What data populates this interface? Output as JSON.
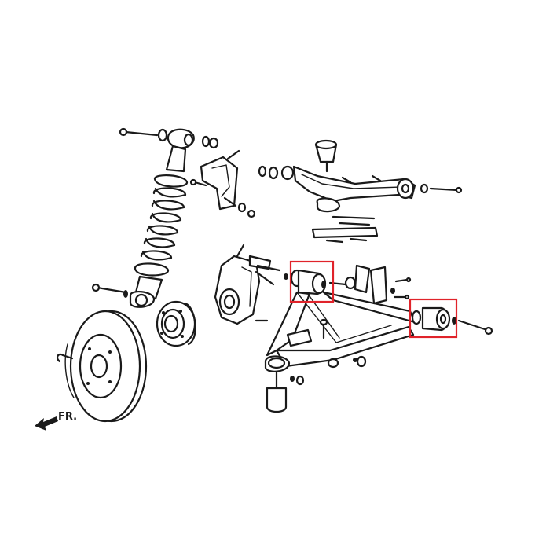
{
  "diagram": {
    "front_label": "FR.",
    "highlight_color": "#e0232a",
    "line_color": "#1a1a1a",
    "parts": [
      "shock-absorber",
      "coil-spring",
      "brake-rotor",
      "wheel-hub",
      "steering-knuckle",
      "upper-control-arm",
      "lower-control-arm",
      "ball-joint",
      "bushing"
    ]
  }
}
